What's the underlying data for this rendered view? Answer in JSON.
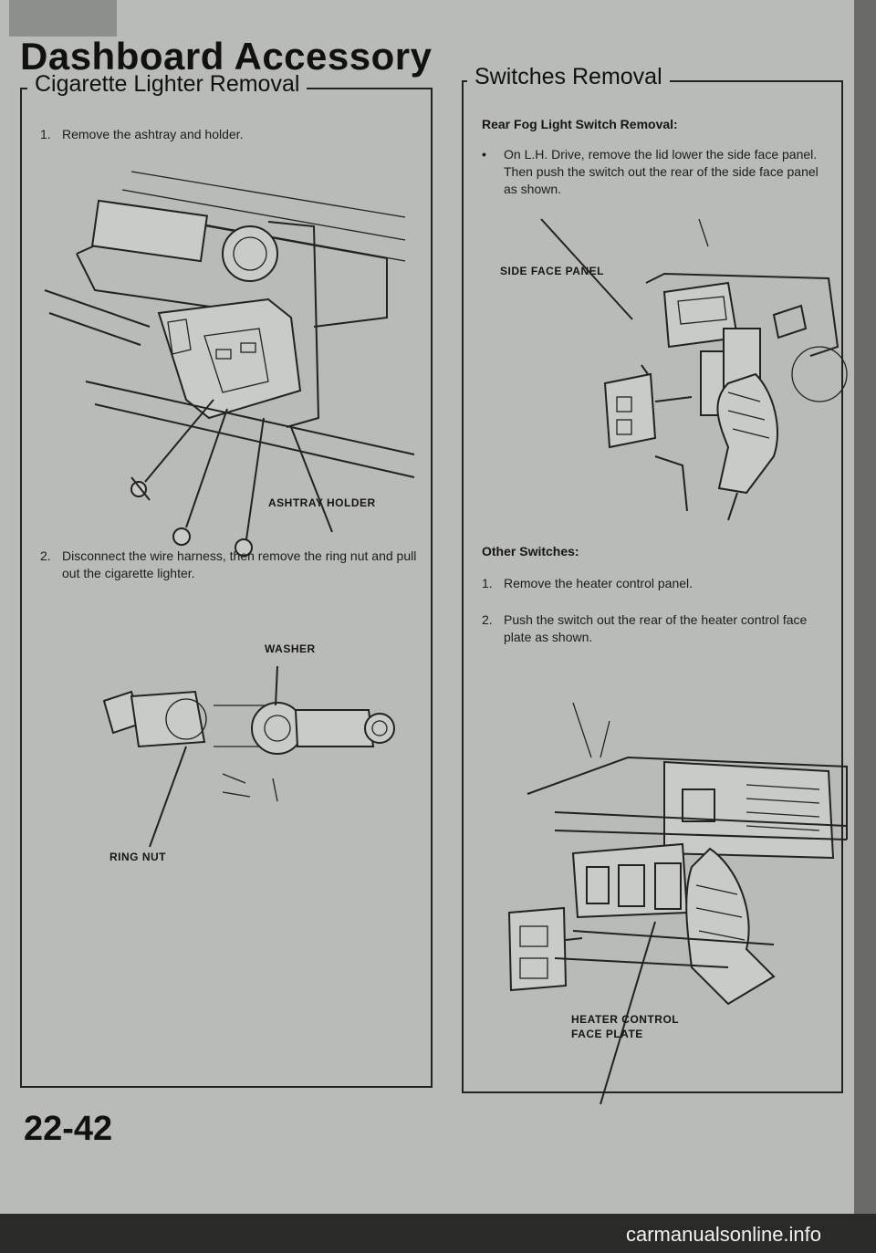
{
  "page": {
    "title": "Dashboard Accessory",
    "page_number": "22-42",
    "watermark": "carmanualsonline.info"
  },
  "left": {
    "heading": "Cigarette Lighter Removal",
    "steps": [
      {
        "num": "1.",
        "text": "Remove the ashtray and holder."
      },
      {
        "num": "2.",
        "text": "Disconnect the wire harness, then remove the ring nut and pull out the cigarette lighter."
      }
    ],
    "callouts": {
      "ashtray_holder": "ASHTRAY HOLDER",
      "washer": "WASHER",
      "ring_nut": "RING NUT"
    }
  },
  "right": {
    "heading": "Switches Removal",
    "fog_heading": "Rear Fog Light Switch Removal:",
    "fog_bullet": "On L.H. Drive, remove the lid lower the side face panel. Then push the switch out the rear of the side face panel as shown.",
    "other_heading": "Other Switches:",
    "other_steps": [
      {
        "num": "1.",
        "text": "Remove the heater control panel."
      },
      {
        "num": "2.",
        "text": "Push the switch out the rear of the heater control face plate as shown."
      }
    ],
    "callouts": {
      "side_face_panel": "SIDE FACE PANEL",
      "heater_control_1": "HEATER CONTROL",
      "heater_control_2": "FACE PLATE"
    }
  }
}
